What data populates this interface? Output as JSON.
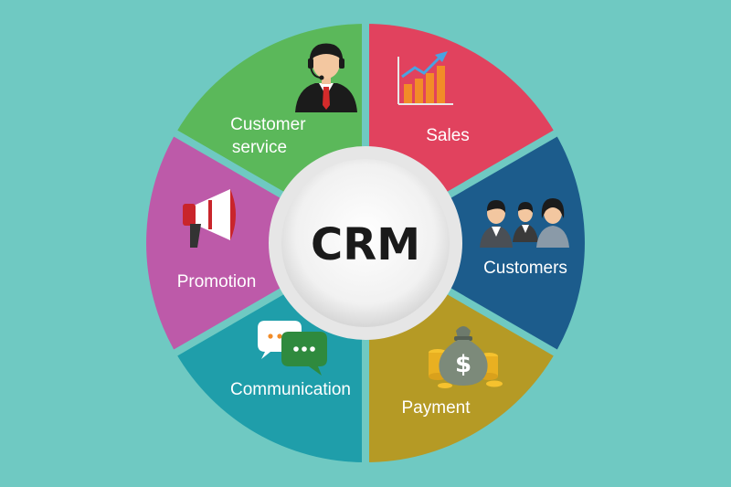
{
  "diagram": {
    "center_label": "CRM",
    "background_color": "#6fc9c2",
    "segments": [
      {
        "label_lines": [
          "Customer",
          "service"
        ],
        "color": "#e1425e",
        "icon": "customer-service-agent-icon"
      },
      {
        "label_lines": [
          "Sales"
        ],
        "color": "#1c5c8c",
        "icon": "sales-growth-chart-icon"
      },
      {
        "label_lines": [
          "Customers"
        ],
        "color": "#b59a25",
        "icon": "customers-group-icon"
      },
      {
        "label_lines": [
          "Payment"
        ],
        "color": "#1f9eaa",
        "icon": "money-bag-icon"
      },
      {
        "label_lines": [
          "Communication"
        ],
        "color": "#bd5aa9",
        "icon": "chat-bubbles-icon"
      },
      {
        "label_lines": [
          "Promotion"
        ],
        "color": "#5bb85a",
        "icon": "megaphone-icon"
      }
    ]
  }
}
